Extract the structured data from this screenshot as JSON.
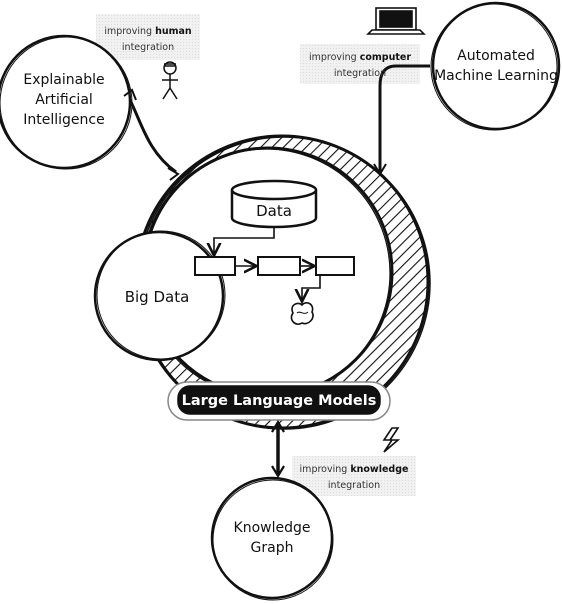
{
  "nodes": {
    "xai": {
      "line1": "Explainable",
      "line2": "Artificial",
      "line3": "Intelligence"
    },
    "automl": {
      "line1": "Automated",
      "line2": "Machine Learning"
    },
    "big_data": {
      "label": "Big Data"
    },
    "data": {
      "label": "Data"
    },
    "llm": {
      "label": "Large Language Models"
    },
    "kg": {
      "line1": "Knowledge",
      "line2": "Graph"
    }
  },
  "annotations": {
    "human": {
      "pre": "improving ",
      "strong": "human",
      "line2": "integration"
    },
    "computer": {
      "pre": "improving ",
      "strong": "computer",
      "line2": "integration"
    },
    "knowledge": {
      "pre": "improving ",
      "strong": "knowledge",
      "line2": "integration"
    }
  },
  "icons": [
    "stick-figure-icon",
    "laptop-icon",
    "lightning-icon",
    "brain-icon"
  ],
  "colors": {
    "ink": "#111111",
    "note_bg": "#eeeeee",
    "llm_bg": "#111111",
    "llm_text": "#ffffff"
  }
}
